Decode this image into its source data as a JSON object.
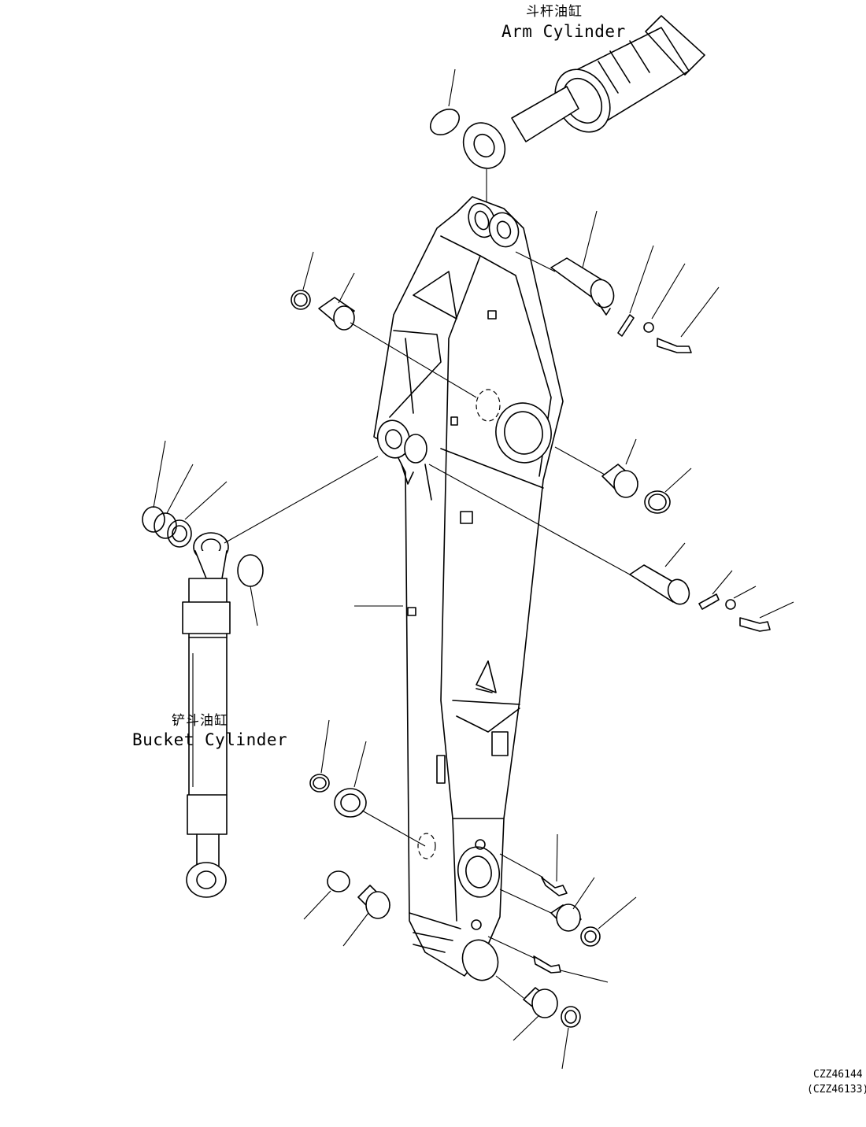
{
  "labels": {
    "arm_cylinder_cn": "斗杆油缸",
    "arm_cylinder_en": "Arm Cylinder",
    "bucket_cylinder_cn": "铲斗油缸",
    "bucket_cylinder_en": "Bucket Cylinder"
  },
  "drawing_codes": {
    "primary": "CZZ46144",
    "secondary": "(CZZ46133)"
  }
}
